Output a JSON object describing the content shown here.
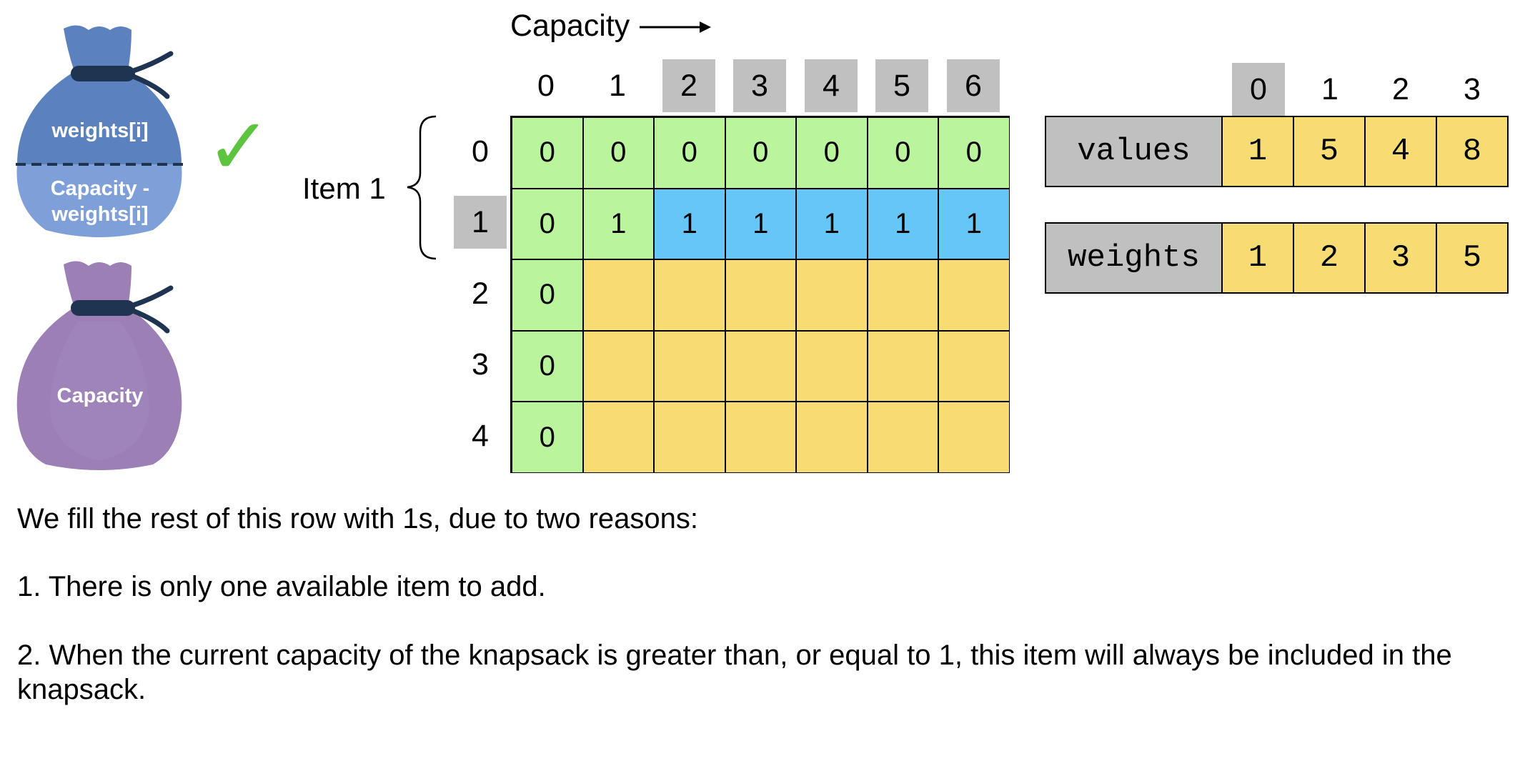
{
  "bags": {
    "top_upper_label": "weights[i]",
    "top_lower_label": "Capacity -\nweights[i]",
    "bottom_label": "Capacity",
    "check_symbol": "✓",
    "top_color": "#5b82be",
    "top_lower_color": "#7f9fd9",
    "bottom_color": "#9b7fb5",
    "tie_color": "#1f3450",
    "check_color": "#5cc43e"
  },
  "table": {
    "capacity_title": "Capacity",
    "item_label": "Item 1",
    "col_headers": [
      "0",
      "1",
      "2",
      "3",
      "4",
      "5",
      "6"
    ],
    "highlighted_cols": [
      2,
      3,
      4,
      5,
      6
    ],
    "row_headers": [
      "0",
      "1",
      "2",
      "3",
      "4"
    ],
    "highlighted_rows": [
      1
    ],
    "rows": [
      [
        "0",
        "0",
        "0",
        "0",
        "0",
        "0",
        "0"
      ],
      [
        "0",
        "1",
        "1",
        "1",
        "1",
        "1",
        "1"
      ],
      [
        "0",
        "",
        "",
        "",
        "",
        "",
        ""
      ],
      [
        "0",
        "",
        "",
        "",
        "",
        "",
        ""
      ],
      [
        "0",
        "",
        "",
        "",
        "",
        "",
        ""
      ]
    ],
    "cell_colors": [
      [
        "g",
        "g",
        "g",
        "g",
        "g",
        "g",
        "g"
      ],
      [
        "g",
        "g",
        "b",
        "b",
        "b",
        "b",
        "b"
      ],
      [
        "g",
        "y",
        "y",
        "y",
        "y",
        "y",
        "y"
      ],
      [
        "g",
        "y",
        "y",
        "y",
        "y",
        "y",
        "y"
      ],
      [
        "g",
        "y",
        "y",
        "y",
        "y",
        "y",
        "y"
      ]
    ],
    "colors": {
      "green": "#baf59e",
      "blue": "#66c6f5",
      "yellow": "#f7dc73",
      "header_highlight": "#c0c0c0"
    }
  },
  "arrays": {
    "indices": [
      "0",
      "1",
      "2",
      "3"
    ],
    "highlighted_index": 0,
    "values": {
      "name": "values",
      "items": [
        "1",
        "5",
        "4",
        "8"
      ]
    },
    "weights": {
      "name": "weights",
      "items": [
        "1",
        "2",
        "3",
        "5"
      ]
    }
  },
  "text": {
    "line1": "We fill the rest of this row with 1s, due to two reasons:",
    "line2": "1.  There is only one available item to add.",
    "line3": "2. When the current capacity of the knapsack is greater than, or equal to 1, this item will always be included in the knapsack."
  }
}
